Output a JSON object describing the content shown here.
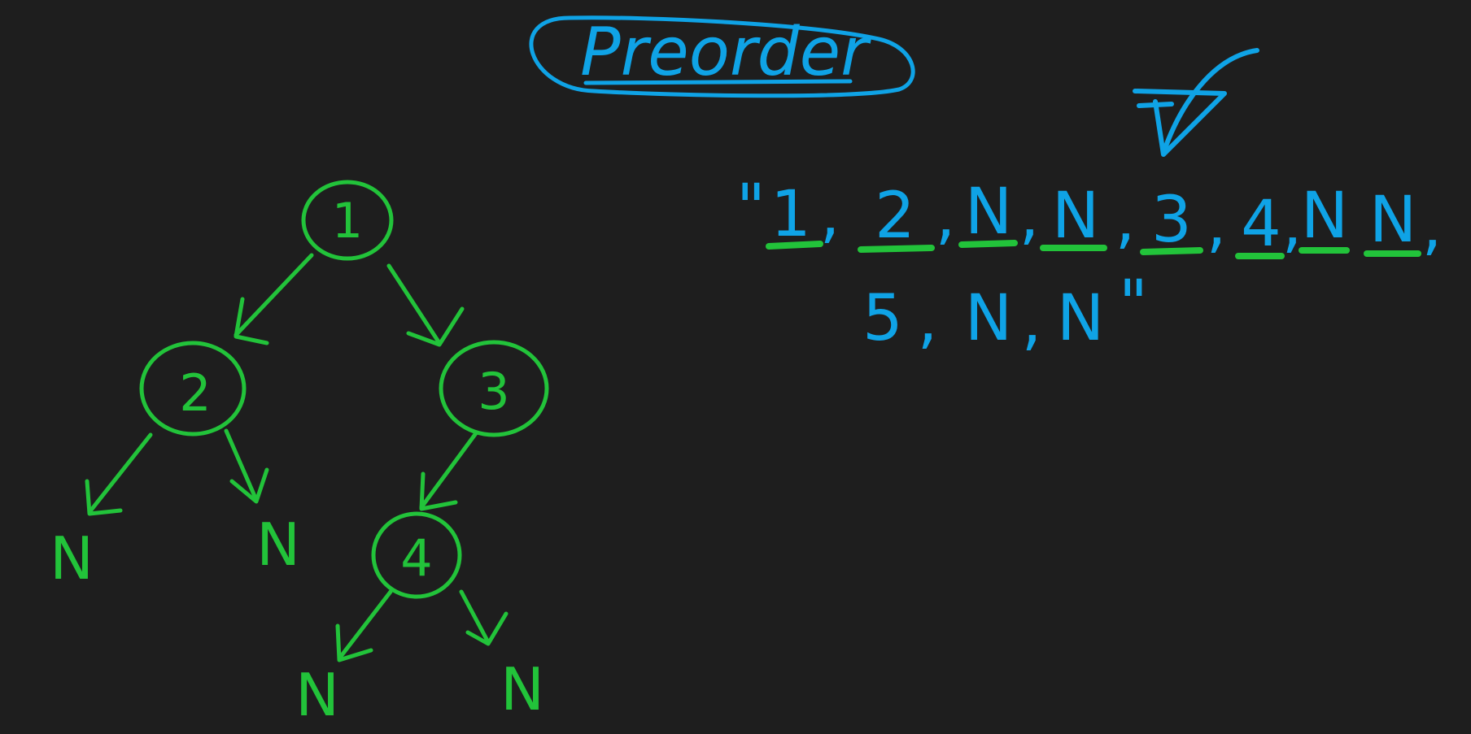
{
  "title": "Preorder",
  "colors": {
    "background": "#1e1e1e",
    "tree": "#22c33a",
    "annotation": "#0fa3e6"
  },
  "tree": {
    "nodes": [
      {
        "id": "n1",
        "label": "1"
      },
      {
        "id": "n2",
        "label": "2"
      },
      {
        "id": "n3",
        "label": "3"
      },
      {
        "id": "n4",
        "label": "4"
      }
    ],
    "null_label": "N",
    "edges": [
      {
        "from": "1",
        "to": "2"
      },
      {
        "from": "1",
        "to": "3"
      },
      {
        "from": "2",
        "to": "N"
      },
      {
        "from": "2",
        "to": "N"
      },
      {
        "from": "3",
        "to": "4"
      },
      {
        "from": "4",
        "to": "N"
      },
      {
        "from": "4",
        "to": "N"
      }
    ]
  },
  "serialization": {
    "open_quote": "\"",
    "close_quote": "\"",
    "line1": [
      "1",
      "2",
      "N",
      "N",
      "3",
      "4",
      "N",
      "N"
    ],
    "line2": [
      "5",
      "N",
      "N"
    ],
    "separator": ","
  }
}
